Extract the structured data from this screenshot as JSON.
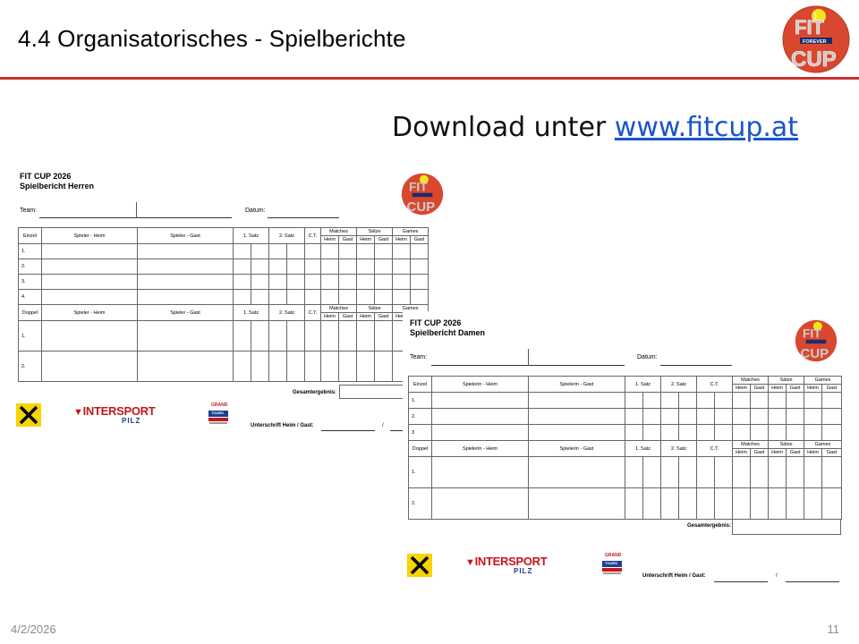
{
  "slide": {
    "title": "4.4 Organisatorisches - Spielberichte",
    "download_prefix": "Download unter ",
    "download_link": "www.fitcup.at",
    "date": "4/2/2026",
    "page": "11"
  },
  "logo": {
    "top_text": "FIT",
    "forever": "FOREVER",
    "bottom_text": "CUP"
  },
  "herren": {
    "title1": "FIT CUP 2026",
    "title2": "Spielbericht Herren",
    "team": "Team:",
    "datum": "Datum:",
    "einzel": "Einzel",
    "doppel": "Doppel",
    "heim": "Spieler - Heim",
    "gast": "Spieler - Gast",
    "satz1": "1. Satz",
    "satz2": "2. Satz",
    "ct": "C.T.",
    "matches": "Matches",
    "saetze": "Sätze",
    "games": "Games",
    "sub_heim": "Heim",
    "sub_gast": "Gast",
    "rows": [
      "1.",
      "2.",
      "3.",
      "4."
    ],
    "drows": [
      "1.",
      "2."
    ],
    "gesamt": "Gesamtergebnis:",
    "unterschrift": "Unterschrift Heim / Gast:",
    "slash": "/"
  },
  "damen": {
    "title1": "FIT CUP 2026",
    "title2": "Spielbericht Damen",
    "team": "Team:",
    "datum": "Datum:",
    "einzel": "Einzel",
    "doppel": "Doppel",
    "heim": "Spielerin - Heim",
    "gast": "Spielerin - Gast",
    "satz1": "1. Satz",
    "satz2": "2. Satz",
    "ct": "C.T.",
    "matches": "Matches",
    "saetze": "Sätze",
    "games": "Games",
    "sub_heim": "Heim",
    "sub_gast": "Gast",
    "rows": [
      "1.",
      "2.",
      "3"
    ],
    "drows": [
      "1.",
      "2."
    ],
    "gesamt": "Gesamtergebnis:",
    "unterschrift": "Unterschrift Heim / Gast:",
    "slash": "/"
  },
  "sponsors": {
    "intersport": "INTERSPORT",
    "pilz": "PILZ",
    "grand": "GRAND",
    "tours": "TOURS"
  },
  "colors": {
    "accent_red": "#c9302c",
    "link_blue": "#1a54c9",
    "logo_red": "#d9472e",
    "logo_yellow": "#f2e51a"
  }
}
